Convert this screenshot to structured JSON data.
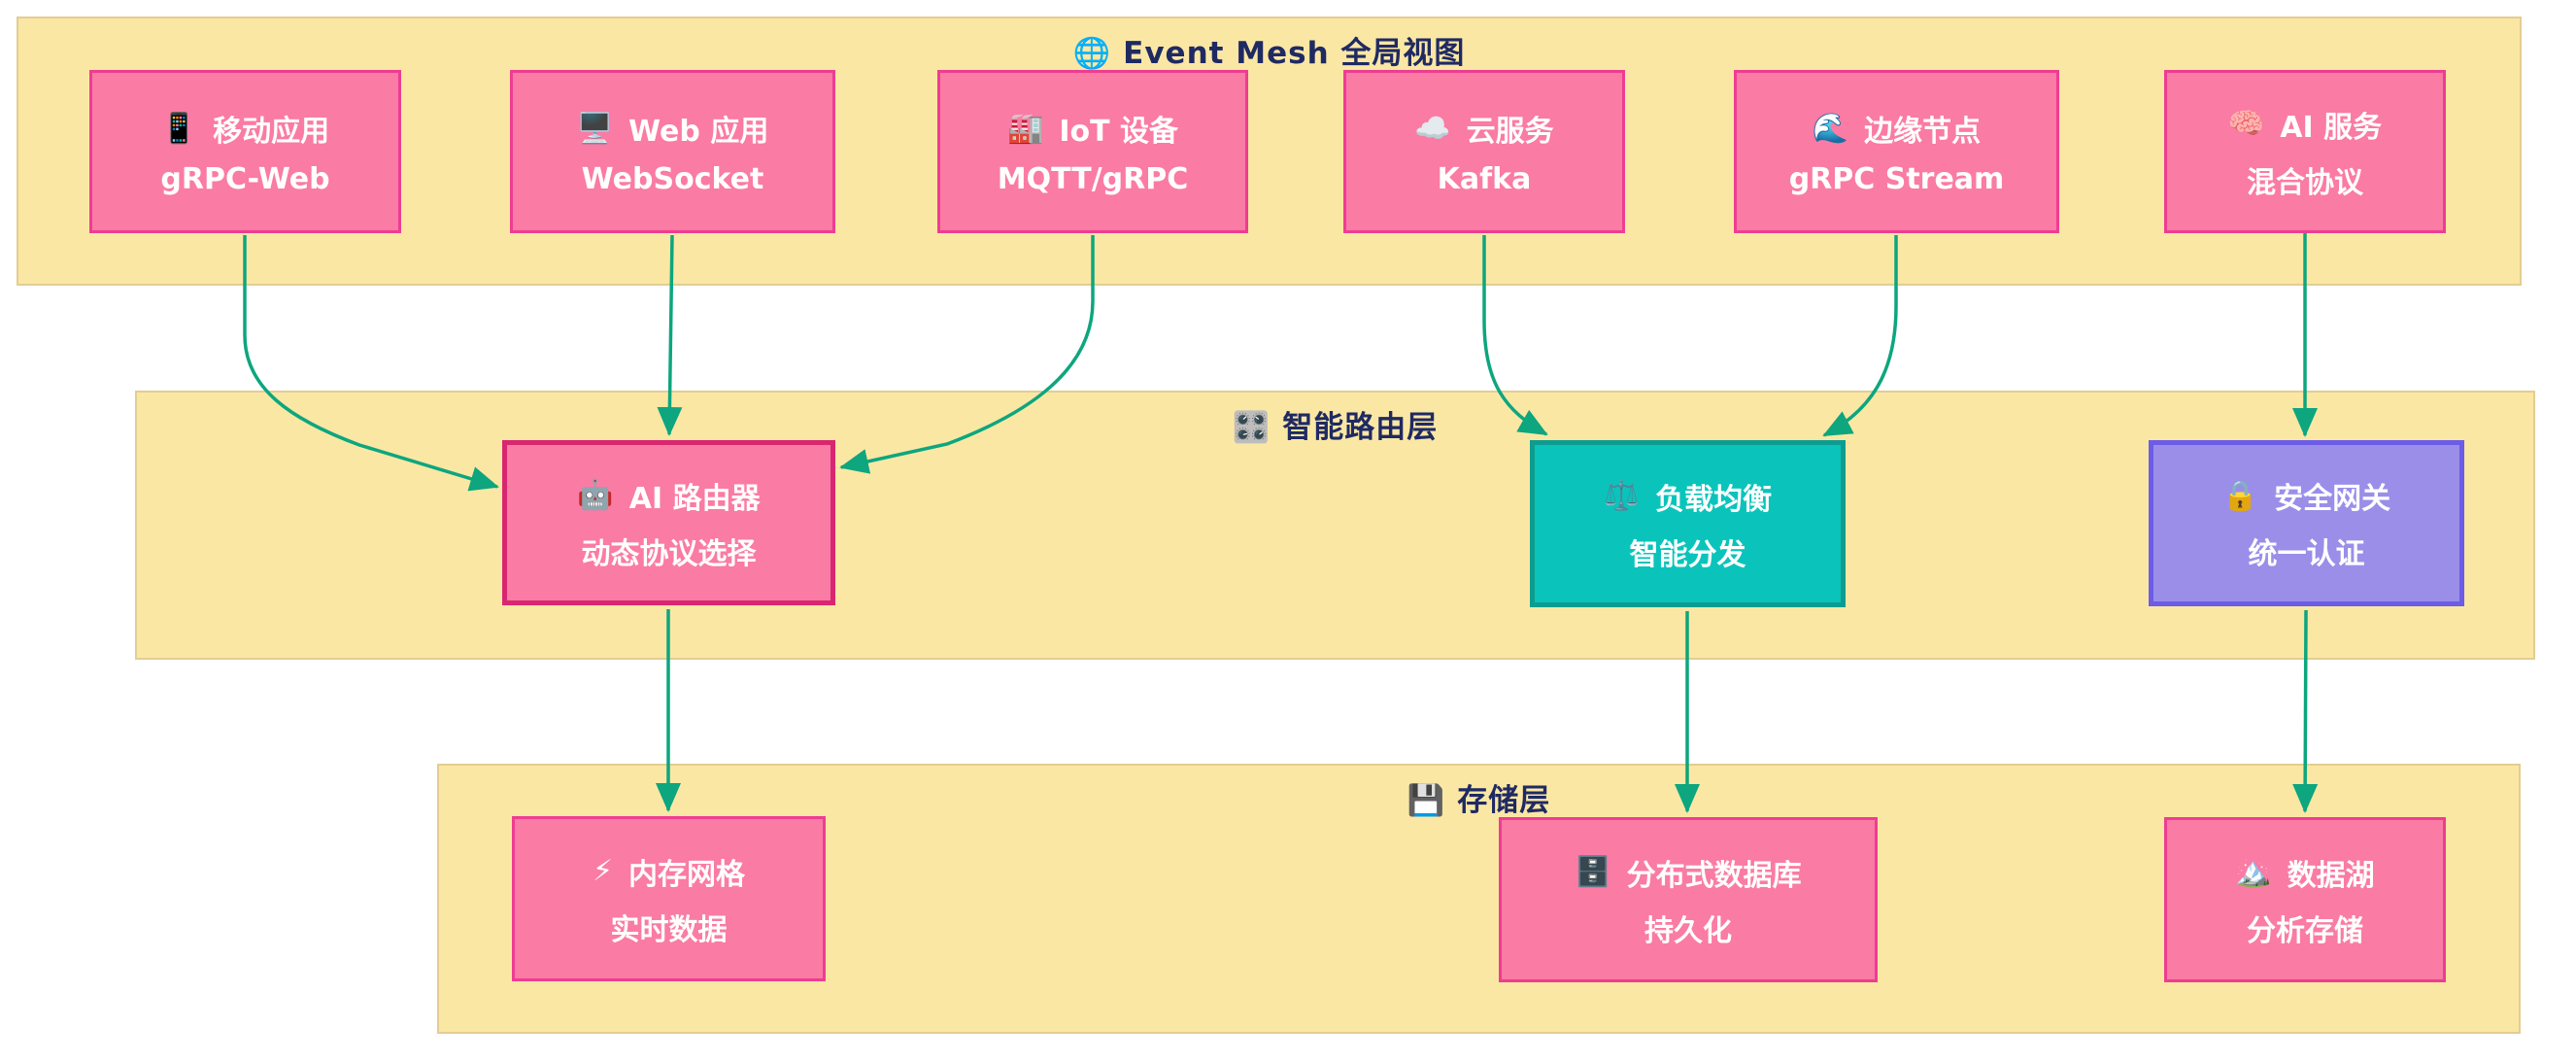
{
  "layers": [
    {
      "icon": "🌐",
      "title": "Event Mesh 全局视图",
      "nodes": [
        {
          "icon": "📱",
          "title": "移动应用",
          "subtitle": "gRPC-Web"
        },
        {
          "icon": "🖥️",
          "title": "Web 应用",
          "subtitle": "WebSocket"
        },
        {
          "icon": "🏭",
          "title": "IoT 设备",
          "subtitle": "MQTT/gRPC"
        },
        {
          "icon": "☁️",
          "title": "云服务",
          "subtitle": "Kafka"
        },
        {
          "icon": "🌊",
          "title": "边缘节点",
          "subtitle": "gRPC Stream"
        },
        {
          "icon": "🧠",
          "title": "AI 服务",
          "subtitle": "混合协议"
        }
      ]
    },
    {
      "icon": "🎛️",
      "title": "智能路由层",
      "nodes": [
        {
          "icon": "🤖",
          "title": "AI 路由器",
          "subtitle": "动态协议选择"
        },
        {
          "icon": "⚖️",
          "title": "负载均衡",
          "subtitle": "智能分发"
        },
        {
          "icon": "🔒",
          "title": "安全网关",
          "subtitle": "统一认证"
        }
      ]
    },
    {
      "icon": "💾",
      "title": "存储层",
      "nodes": [
        {
          "icon": "⚡",
          "title": "内存网格",
          "subtitle": "实时数据"
        },
        {
          "icon": "🗄️",
          "title": "分布式数据库",
          "subtitle": "持久化"
        },
        {
          "icon": "🏔️",
          "title": "数据湖",
          "subtitle": "分析存储"
        }
      ]
    }
  ],
  "colors": {
    "layer_fill": "#FBE7A4",
    "layer_border": "#E3CD92",
    "node_pink_fill": "#FA7BA4",
    "node_pink_border": "#EE3D92",
    "router_border": "#D92670",
    "teal_fill": "#0AC4BB",
    "teal_border": "#0E9C90",
    "purple_fill": "#9A8EE9",
    "purple_border": "#6C5CE7",
    "edge": "#0DA67E",
    "title_text": "#1F2A63",
    "node_text": "#FFFFFF"
  }
}
